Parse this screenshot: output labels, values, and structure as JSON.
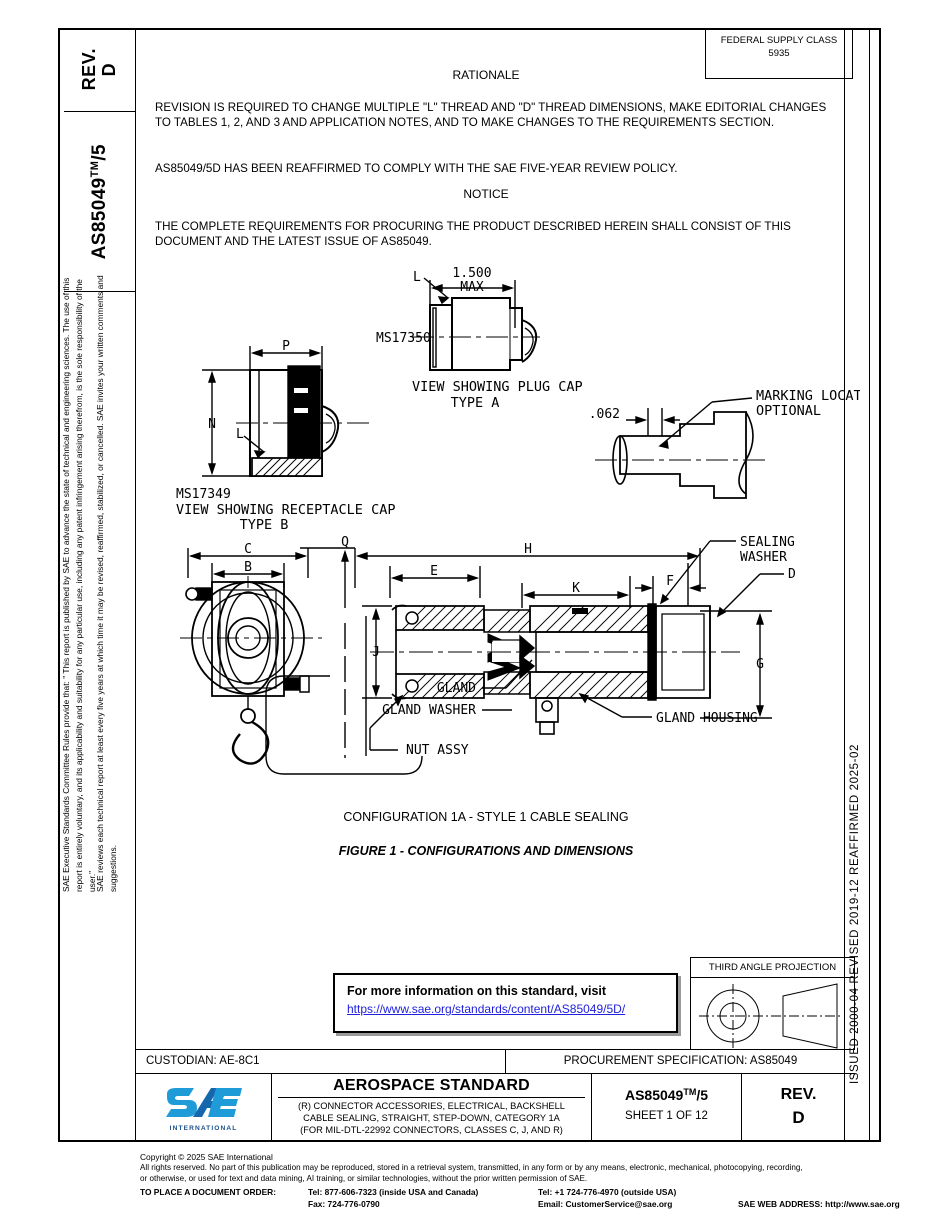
{
  "spine": {
    "rev_label": "REV.",
    "rev_value": "D",
    "doc_number": "AS85049",
    "doc_tm": "TM",
    "doc_suffix": "/5"
  },
  "legal": {
    "paragraph1": "SAE Executive Standards Committee Rules provide that: \" This report is published by SAE to advance the state of technical and engineering sciences. The use of this report is entirely voluntary, and its applicability and suitability for any particular use, including any patent infringement arising therefrom, is the sole responsibility of the user.\"",
    "paragraph2": "SAE reviews each technical report at least every five years at which time it may be revised, reaffirmed, stabilized, or cancelled. SAE invites your written comments and suggestions."
  },
  "dates": {
    "vertical": "ISSUED 2000-04    REVISED 2019-12    REAFFIRMED 2025-02"
  },
  "fsc": {
    "label": "FEDERAL SUPPLY CLASS",
    "value": "5935"
  },
  "rationale": {
    "heading": "RATIONALE",
    "text1": "REVISION IS REQUIRED TO CHANGE MULTIPLE \"L\" THREAD AND \"D\" THREAD DIMENSIONS, MAKE EDITORIAL CHANGES TO TABLES 1, 2, AND 3 AND APPLICATION NOTES, AND TO MAKE CHANGES TO THE REQUIREMENTS SECTION.",
    "text2": "AS85049/5D HAS BEEN REAFFIRMED TO COMPLY WITH THE SAE FIVE-YEAR REVIEW POLICY."
  },
  "notice": {
    "heading": "NOTICE",
    "text": "THE COMPLETE REQUIREMENTS FOR PROCURING THE PRODUCT DESCRIBED HEREIN SHALL CONSIST OF THIS DOCUMENT AND THE LATEST ISSUE OF AS85049."
  },
  "drawing": {
    "plug_cap": {
      "dim_value": "1.500",
      "dim_note": "MAX",
      "leader_l": "L",
      "part_number": "MS17350",
      "caption_line1": "VIEW SHOWING PLUG CAP",
      "caption_line2": "TYPE A"
    },
    "receptacle_cap": {
      "dim_p": "P",
      "dim_n": "N",
      "leader_l": "L",
      "part_number": "MS17349",
      "caption_line1": "VIEW SHOWING RECEPTACLE CAP",
      "caption_line2": "TYPE B"
    },
    "marking": {
      "dim": ".062",
      "label_line1": "MARKING LOCATION",
      "label_line2": "OPTIONAL"
    },
    "assembly": {
      "dim_b": "B",
      "dim_c": "C",
      "dim_q": "Q",
      "dim_h": "H",
      "dim_e": "E",
      "dim_j": "J",
      "dim_k": "K",
      "dim_f": "F",
      "dim_d": "D",
      "dim_g": "G",
      "label_sealing_washer_l1": "SEALING",
      "label_sealing_washer_l2": "WASHER",
      "label_gland": "GLAND",
      "label_gland_washer": "GLAND WASHER",
      "label_gland_housing": "GLAND HOUSING",
      "label_nut_assy": "NUT ASSY"
    },
    "config_caption": "CONFIGURATION 1A - STYLE 1 CABLE SEALING",
    "figure_caption": "FIGURE 1 - CONFIGURATIONS AND DIMENSIONS"
  },
  "link_box": {
    "heading": "For more information on this standard, visit",
    "url": "https://www.sae.org/standards/content/AS85049/5D/",
    "url_color": "#2020dd"
  },
  "third_angle": {
    "title": "THIRD ANGLE PROJECTION"
  },
  "custodian": {
    "left": "CUSTODIAN: AE-8C1",
    "right": "PROCUREMENT SPECIFICATION: AS85049"
  },
  "title_block": {
    "logo_text": "SAE",
    "logo_sub": "INTERNATIONAL",
    "standard_type": "AEROSPACE STANDARD",
    "desc_line1": "(R) CONNECTOR ACCESSORIES, ELECTRICAL, BACKSHELL",
    "desc_line2": "CABLE SEALING, STRAIGHT, STEP-DOWN, CATEGORY 1A",
    "desc_line3": "(FOR MIL-DTL-22992 CONNECTORS, CLASSES C, J, AND R)",
    "doc_number": "AS85049",
    "doc_tm": "TM",
    "doc_suffix": "/5",
    "sheet": "SHEET 1 OF 12",
    "rev_label": "REV.",
    "rev_value": "D",
    "logo_color": "#1f9cd8",
    "logo_dark": "#1a4f8a"
  },
  "footer": {
    "copyright": "Copyright © 2025 SAE International",
    "rights_line1": "All rights reserved. No part of this publication may be reproduced, stored in a retrieval system, transmitted, in any form or by any means, electronic, mechanical, photocopying, recording,",
    "rights_line2": "or otherwise, or used for text and data mining, AI training, or similar technologies, without the prior written permission of SAE.",
    "order_label": "TO PLACE A DOCUMENT ORDER:",
    "tel_usa": "Tel: 877-606-7323 (inside USA and Canada)",
    "tel_intl": "Tel: +1 724-776-4970 (outside USA)",
    "fax": "Fax: 724-776-0790",
    "email": "Email: CustomerService@sae.org",
    "web": "SAE WEB ADDRESS: http://www.sae.org"
  }
}
